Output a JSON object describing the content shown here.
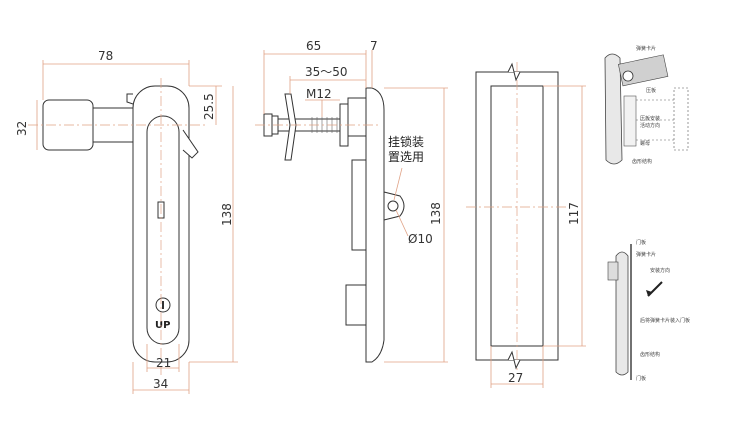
{
  "front_view": {
    "width_78": "78",
    "dia_32": "32",
    "offset_25_5": "25.5",
    "height_138": "138",
    "width_21": "21",
    "width_34": "34",
    "up_mark": "UP"
  },
  "side_view": {
    "len_65": "65",
    "len_7": "7",
    "range_35_50": "35～50",
    "thread_m12": "M12",
    "height_138": "138",
    "hole_dia": "Ø10",
    "note_padlock": [
      "挂锁装",
      "置选用"
    ]
  },
  "cutout_view": {
    "height_117": "117",
    "width_27": "27"
  },
  "install_top": {
    "labels": [
      "弹簧卡片",
      "压板",
      "压板安装",
      "活动方向",
      "螺母",
      "齿形结构"
    ]
  },
  "install_bottom": {
    "labels": [
      "门板",
      "弹簧卡片",
      "安装方向",
      "后将弹簧卡片装入门板",
      "齿形结构",
      "门板"
    ]
  }
}
